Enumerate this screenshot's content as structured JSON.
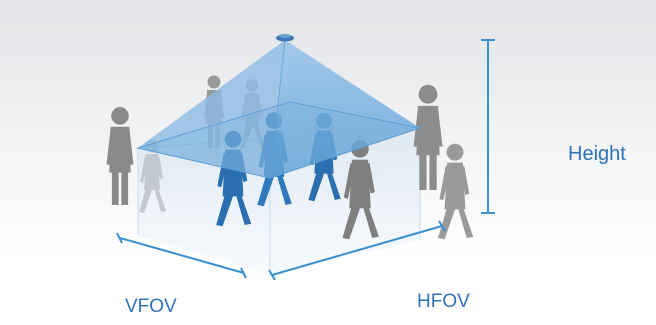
{
  "labels": {
    "height": "Height",
    "vfov": "VFOV",
    "hfov": "HFOV"
  },
  "icons": {
    "sensor": "ceiling-sensor-icon",
    "person_in_zone": "person-blue-icon",
    "person_outside_zone": "person-gray-icon"
  },
  "colors": {
    "label": "#2f73b8",
    "measure_line": "#3a8fd0",
    "coverage_fill": "#6aa9d8",
    "person_in_zone": "#2a6fb0",
    "person_outside_zone": "#8e8e8e"
  }
}
